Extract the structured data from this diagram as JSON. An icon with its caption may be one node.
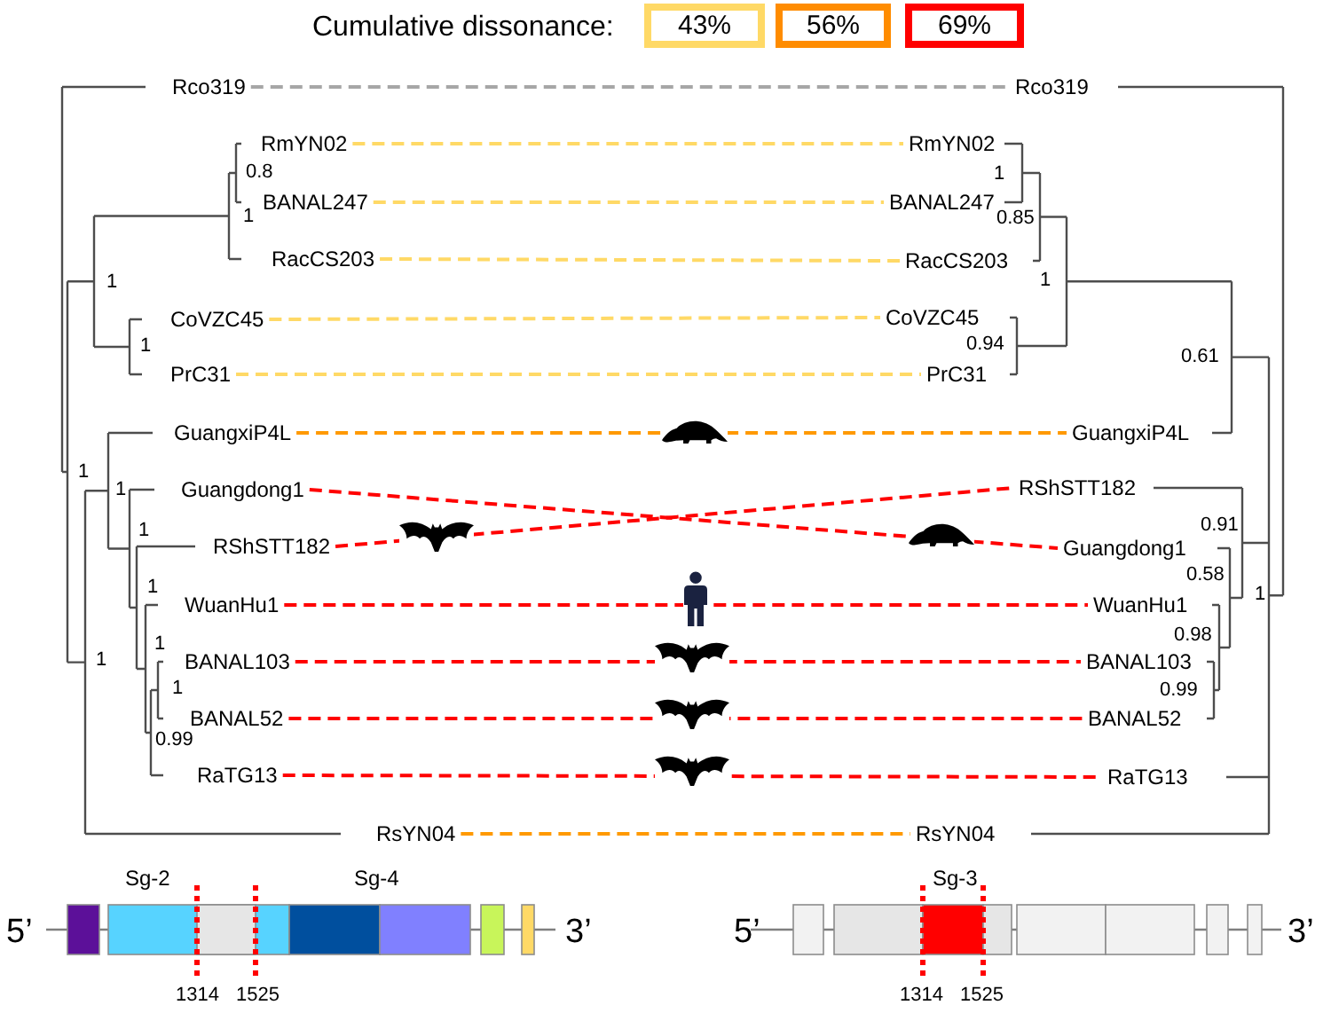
{
  "diagram": {
    "nodes": [
      {
        "text": [
          "Rco319"
        ]
      },
      {
        "text": [
          "RmYN02"
        ]
      },
      {
        "text": [
          "BANAL247"
        ]
      },
      {
        "text": [
          "RacCS203"
        ]
      },
      {
        "text": [
          "CoVZC45"
        ]
      },
      {
        "text": [
          "PrC31"
        ]
      },
      {
        "text": [
          "GuangxiP4L"
        ]
      },
      {
        "text": [
          "Guangdong1"
        ]
      },
      {
        "text": [
          "RShSTT182"
        ]
      },
      {
        "text": [
          "WuanHu1"
        ]
      },
      {
        "text": [
          "BANAL103"
        ]
      },
      {
        "text": [
          "BANAL52"
        ]
      },
      {
        "text": [
          "RaTG13"
        ]
      },
      {
        "text": [
          "RsYN04"
        ]
      },
      {
        "text": [
          "Rco319"
        ]
      },
      {
        "text": [
          "RmYN02"
        ]
      },
      {
        "text": [
          "BANAL247"
        ]
      },
      {
        "text": [
          "RacCS203"
        ]
      },
      {
        "text": [
          "CoVZC45"
        ]
      },
      {
        "text": [
          "PrC31"
        ]
      },
      {
        "text": [
          "GuangxiP4L"
        ]
      },
      {
        "text": [
          "RShSTT182"
        ]
      },
      {
        "text": [
          "Guangdong1"
        ]
      },
      {
        "text": [
          "WuanHu1"
        ]
      },
      {
        "text": [
          "BANAL103"
        ]
      },
      {
        "text": [
          "BANAL52"
        ]
      },
      {
        "text": [
          "RaTG13"
        ]
      },
      {
        "text": [
          "RsYN04"
        ]
      }
    ],
    "edges": [
      {
        "from": 0,
        "to": 14,
        "arrow": "none",
        "style": "dashed",
        "color": "#a6a6a6"
      },
      {
        "from": 1,
        "to": 15,
        "arrow": "none",
        "style": "dashed",
        "color": "#ffd966"
      },
      {
        "from": 2,
        "to": 16,
        "arrow": "none",
        "style": "dashed",
        "color": "#ffd966"
      },
      {
        "from": 3,
        "to": 17,
        "arrow": "none",
        "style": "dashed",
        "color": "#ffd966"
      },
      {
        "from": 4,
        "to": 18,
        "arrow": "none",
        "style": "dashed",
        "color": "#ffd966"
      },
      {
        "from": 5,
        "to": 19,
        "arrow": "none",
        "style": "dashed",
        "color": "#ffd966"
      },
      {
        "from": 6,
        "to": 20,
        "arrow": "none",
        "style": "dashed",
        "color": "#ff9900"
      },
      {
        "from": 7,
        "to": 22,
        "arrow": "none",
        "style": "dashed",
        "color": "#ff0000"
      },
      {
        "from": 8,
        "to": 21,
        "arrow": "none",
        "style": "dashed",
        "color": "#ff0000"
      },
      {
        "from": 9,
        "to": 23,
        "arrow": "none",
        "style": "dashed",
        "color": "#ff0000"
      },
      {
        "from": 10,
        "to": 24,
        "arrow": "none",
        "style": "dashed",
        "color": "#ff0000"
      },
      {
        "from": 11,
        "to": 25,
        "arrow": "none",
        "style": "dashed",
        "color": "#ff0000"
      },
      {
        "from": 12,
        "to": 26,
        "arrow": "none",
        "style": "dashed",
        "color": "#ff0000"
      },
      {
        "from": 13,
        "to": 27,
        "arrow": "none",
        "style": "dashed",
        "color": "#ff9900"
      }
    ],
    "labels": [
      "Cumulative dissonance:",
      "0.8",
      "1",
      "1",
      "0.85",
      "1",
      "1",
      "1",
      "0.94",
      "0.61",
      "1",
      "1",
      "1",
      "0.91",
      "1",
      "0.58",
      "1",
      "1",
      "0.98",
      "1",
      "1",
      "0.99",
      "0.99",
      "Sg-2",
      "Sg-4",
      "Sg-3",
      "5’",
      "3’",
      "5’",
      "3’",
      "1314",
      "1525",
      "1314",
      "1525"
    ],
    "legend": [
      {
        "text": "43%",
        "color": "#ffd966"
      },
      {
        "text": "56%",
        "color": "#ff8c00"
      },
      {
        "text": "69%",
        "color": "#ff0000"
      }
    ]
  }
}
